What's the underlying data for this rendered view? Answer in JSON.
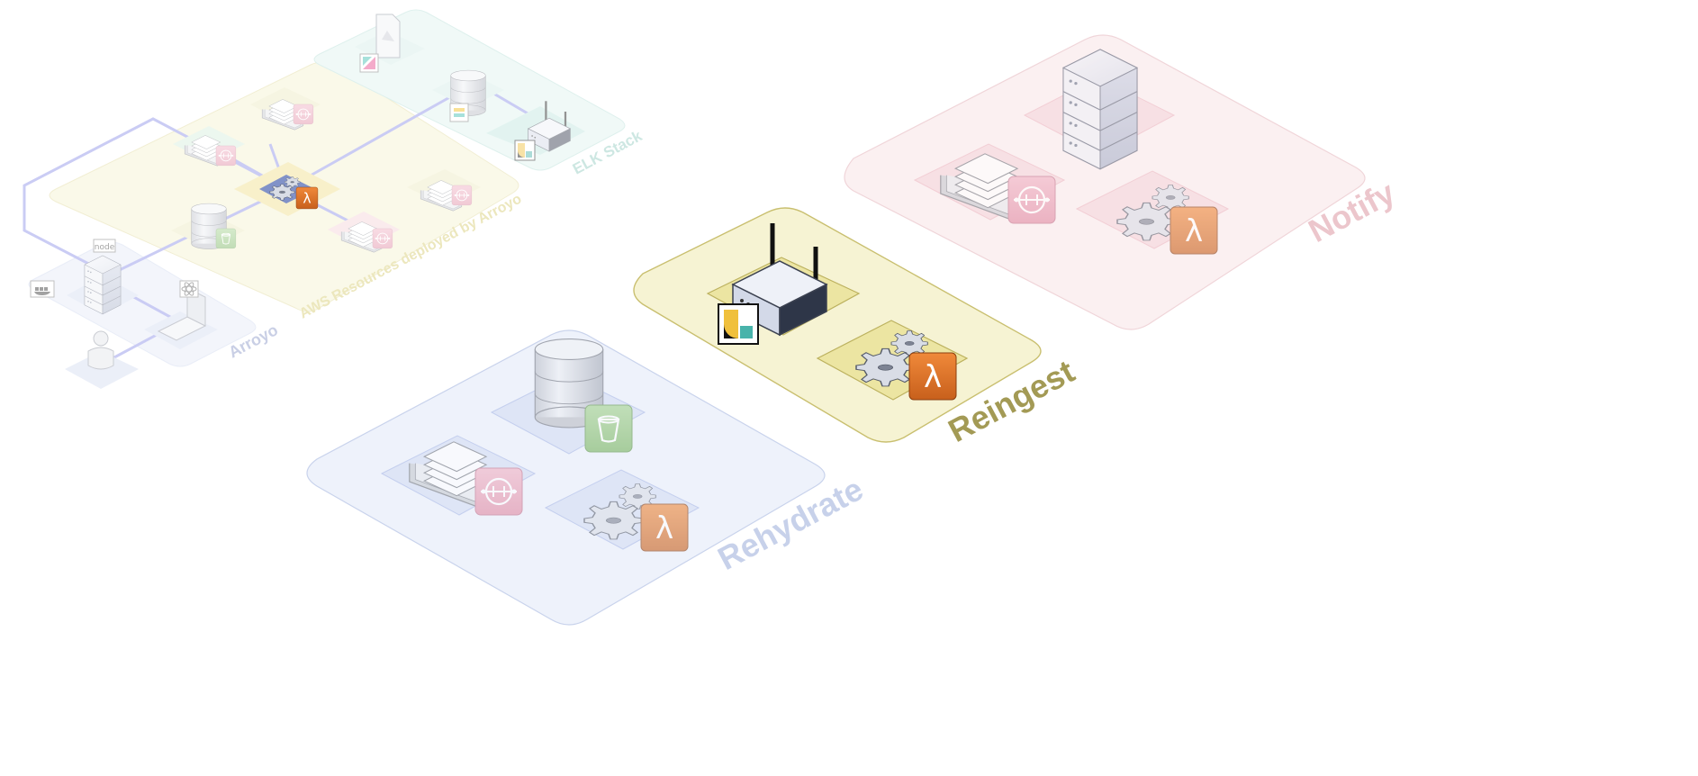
{
  "diagram": {
    "groups": {
      "arroyo": {
        "label": "Arroyo",
        "color": "#aab7dd"
      },
      "aws": {
        "label": "AWS Resources deployed by Arroyo",
        "color": "#dcd49c"
      },
      "elk": {
        "label": "ELK Stack",
        "color": "#a7d6cf"
      },
      "rehydrate": {
        "label": "Rehydrate",
        "color": "#bfcbe6"
      },
      "reingest": {
        "label": "Reingest",
        "color": "#a39a55"
      },
      "notify": {
        "label": "Notify",
        "color": "#ecc6cc"
      }
    },
    "badges": {
      "node": "node",
      "lambda": "λ"
    },
    "icons": [
      "user-icon",
      "laptop-icon",
      "server-icon",
      "docker-icon",
      "react-icon",
      "nodejs-icon",
      "database-icon",
      "s3-bucket-icon",
      "queue-stack-icon",
      "sqs-icon",
      "gears-icon",
      "lambda-icon",
      "router-icon",
      "elastic-icon",
      "kibana-icon",
      "logstash-icon",
      "document-icon"
    ],
    "colors": {
      "lambda": "#e07a2c",
      "sqs": "#e9a0b5",
      "s3": "#8cc17a",
      "connector": "#b7b9ef"
    }
  }
}
